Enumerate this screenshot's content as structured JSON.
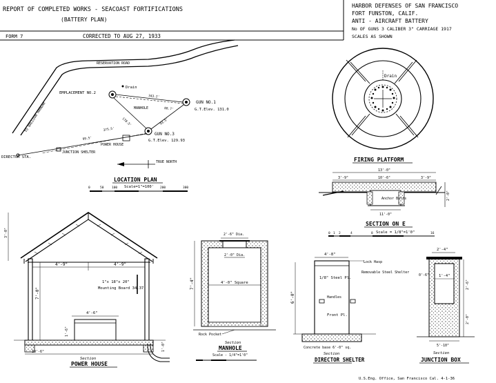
{
  "header": {
    "report_title": "REPORT OF COMPLETED WORKS - SEACOAST FORTIFICATIONS",
    "report_subtitle": "(BATTERY PLAN)",
    "form": "FORM 7",
    "corrected": "CORRECTED TO AUG 27, 1933",
    "harbor": "HARBOR DEFENSES OF SAN FRANCISCO",
    "fort": "FORT FUNSTON, CALIF.",
    "battery": "ANTI - AIRCRAFT BATTERY",
    "guns_line": "No OF GUNS 3   CALIBER 3\"   CARRIAGE 1917",
    "scales": "SCALES AS SHOWN"
  },
  "location_plan": {
    "title": "LOCATION PLAN",
    "scale": "Scale=1\"=100'",
    "scale_ticks": [
      "0",
      "50",
      "100",
      "200",
      "300"
    ],
    "reservation_road": "RESERVATION ROAD",
    "to_balloon_hangar": "TO BALLOON HANGAR",
    "emplacement": "EMPLACEMENT NO.2",
    "drain": "Drain",
    "manhole": "MANHOLE",
    "gun1": "GUN NO.1",
    "gun1_elev": "G.T.Elev. 131.0",
    "gun3": "GUN NO.3",
    "gun3_elev": "G.T.Elev. 129.93",
    "power_house": "POWER HOUSE",
    "junction_shelter": "JUNCTION SHELTER",
    "director_sta": "DIRECTOR STA.",
    "true_north": "TRUE NORTH",
    "dist_a": "343.2'",
    "dist_b": "88.7'",
    "dist_c": "178.5'",
    "dist_d": "375.5'",
    "dist_e": "93.5'",
    "dist_f": "99.5'"
  },
  "firing_platform": {
    "title": "FIRING PLATFORM",
    "drain": "Drain"
  },
  "section_e": {
    "title": "SECTION ON E",
    "scale": "Scale = 1/8\"=1'0\"",
    "scale_ticks": [
      "0",
      "1",
      "2",
      "4",
      "8",
      "16"
    ],
    "dim_total": "13'-0\"",
    "dim_left": "3'-9\"",
    "dim_mid": "10'-6\"",
    "dim_right": "3'-9\"",
    "dim_bottom": "11'-0\"",
    "anchor_bolts": "Anchor Bolts",
    "dim_depth": "2'-0\""
  },
  "power_house": {
    "title": "POWER HOUSE",
    "caption": "Section",
    "dim_left": "4'-9\"",
    "dim_right": "4'-9\"",
    "dim_height": "7'-0\"",
    "dim_roof": "3'-0\"",
    "mounting_board": "1\"x 18\"x 20\"",
    "mounting_board_label": "Mounting Board 34.37",
    "dim_bench": "4'-6\"",
    "dim_base": "10'-6\"",
    "dim_bench_h": "1'-6\"",
    "dim_footing": "1'-0\""
  },
  "manhole": {
    "title": "MANHOLE",
    "caption": "Section",
    "scale": "Scale - 1/4\"=1'0\"",
    "dim_top": "2'-6\" Dia.",
    "dim_cover": "2'-0\" Dia.",
    "dim_square": "4'-0\" Square",
    "dim_height": "7'-4\"",
    "rock_pocket": "Rock Pocket"
  },
  "director_shelter": {
    "title": "DIRECTOR SHELTER",
    "caption": "Section",
    "dim_top": "4'-8\"",
    "lock_hasp": "Lock Hasp",
    "steel_plate": "1/8\" Steel Pl.",
    "removable": "Removable Steel Shelter",
    "handles": "Handles",
    "front": "Front Pl.",
    "dim_height": "6'-0\"",
    "concrete_base": "Concrete base 6'-0\" sq."
  },
  "junction_box": {
    "title": "JUNCTION BOX",
    "caption": "Section",
    "dim_top": "2'-4\"",
    "dim_a": "1'-4\"",
    "dim_b": "0'-6\"",
    "dim_c": "2'-6\"",
    "dim_d": "2'-0\"",
    "dim_base": "5'-10\""
  },
  "footer": {
    "printer": "U.S.Eng. Office, San Francisco Cal.   4-1-36"
  }
}
